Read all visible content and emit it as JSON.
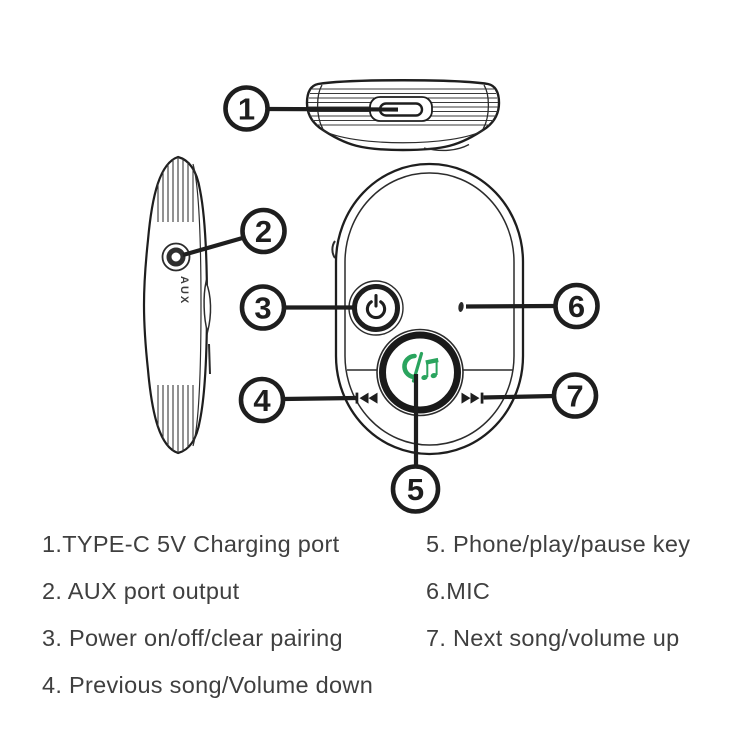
{
  "page": {
    "background": "#ffffff"
  },
  "colors": {
    "line_art": "#1e1e1e",
    "legend_text": "#3f3f3f",
    "phone_music_green": "#2aa45e"
  },
  "diagram": {
    "views": {
      "top": {
        "name": "top view with charging port",
        "port_icon": "usb-c-port"
      },
      "side": {
        "name": "side view with aux output",
        "aux_label": "AUX"
      },
      "front": {
        "name": "front view with control buttons",
        "icons": [
          "power-icon",
          "mic-hole-icon",
          "phone-music-icon",
          "previous-track-icon",
          "next-track-icon"
        ]
      }
    },
    "callouts": [
      {
        "number": "1",
        "target": "type-c-charging-port"
      },
      {
        "number": "2",
        "target": "aux-port"
      },
      {
        "number": "3",
        "target": "power-button"
      },
      {
        "number": "4",
        "target": "previous-song-button"
      },
      {
        "number": "5",
        "target": "phone-play-pause-key"
      },
      {
        "number": "6",
        "target": "mic-hole"
      },
      {
        "number": "7",
        "target": "next-song-button"
      }
    ]
  },
  "legend": {
    "left_column": [
      "1.TYPE-C 5V Charging port",
      "2. AUX port output",
      "3. Power on/off/clear pairing",
      "4. Previous song/Volume down"
    ],
    "right_column": [
      "5. Phone/play/pause key",
      "6.MIC",
      "7. Next song/volume up"
    ]
  }
}
